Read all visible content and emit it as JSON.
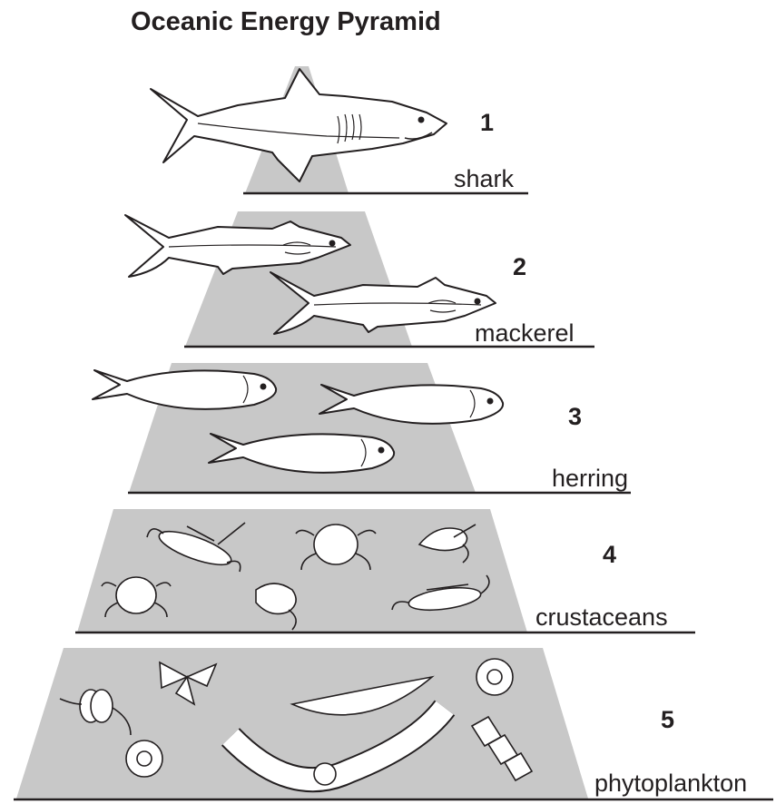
{
  "title": "Oceanic Energy Pyramid",
  "colors": {
    "tier_fill": "#c8c8c8",
    "ink": "#231f20",
    "animal_fill": "#ffffff"
  },
  "levels": [
    {
      "number": "1",
      "name": "shark",
      "organism_icon": "shark-icon"
    },
    {
      "number": "2",
      "name": "mackerel",
      "organism_icon": "mackerel-icon"
    },
    {
      "number": "3",
      "name": "herring",
      "organism_icon": "herring-icon"
    },
    {
      "number": "4",
      "name": "crustaceans",
      "organism_icon": "crustacean-icon"
    },
    {
      "number": "5",
      "name": "phytoplankton",
      "organism_icon": "phytoplankton-icon"
    }
  ]
}
